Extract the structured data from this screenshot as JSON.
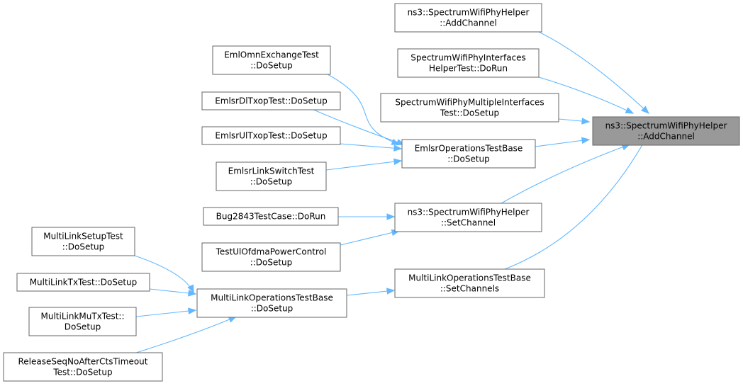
{
  "graph": {
    "nodes": [
      {
        "id": "target",
        "lines": [
          "ns3::SpectrumWifiPhyHelper",
          "::AddChannel"
        ],
        "highlight": true
      },
      {
        "id": "n_add2",
        "lines": [
          "ns3::SpectrumWifiPhyHelper",
          "::AddChannel"
        ]
      },
      {
        "id": "n_ifhelper",
        "lines": [
          "SpectrumWifiPhyInterfaces",
          "HelperTest::DoRun"
        ]
      },
      {
        "id": "n_multiif",
        "lines": [
          "SpectrumWifiPhyMultipleInterfaces",
          "Test::DoSetup"
        ]
      },
      {
        "id": "n_emlbase",
        "lines": [
          "EmlsrOperationsTestBase",
          "::DoSetup"
        ]
      },
      {
        "id": "n_setch",
        "lines": [
          "ns3::SpectrumWifiPhyHelper",
          "::SetChannel"
        ]
      },
      {
        "id": "n_mlsetch",
        "lines": [
          "MultiLinkOperationsTestBase",
          "::SetChannels"
        ]
      },
      {
        "id": "n_omn",
        "lines": [
          "EmlOmnExchangeTest",
          "::DoSetup"
        ]
      },
      {
        "id": "n_dl",
        "lines": [
          "EmlsrDlTxopTest::DoSetup"
        ]
      },
      {
        "id": "n_ul",
        "lines": [
          "EmlsrUlTxopTest::DoSetup"
        ]
      },
      {
        "id": "n_ls",
        "lines": [
          "EmlsrLinkSwitchTest",
          "::DoSetup"
        ]
      },
      {
        "id": "n_bug",
        "lines": [
          "Bug2843TestCase::DoRun"
        ]
      },
      {
        "id": "n_ofdma",
        "lines": [
          "TestUlOfdmaPowerControl",
          "::DoSetup"
        ]
      },
      {
        "id": "n_mlbase",
        "lines": [
          "MultiLinkOperationsTestBase",
          "::DoSetup"
        ]
      },
      {
        "id": "n_mlsetup",
        "lines": [
          "MultiLinkSetupTest",
          "::DoSetup"
        ]
      },
      {
        "id": "n_mltx",
        "lines": [
          "MultiLinkTxTest::DoSetup"
        ]
      },
      {
        "id": "n_mlmu",
        "lines": [
          "MultiLinkMuTxTest::",
          "DoSetup"
        ]
      },
      {
        "id": "n_release",
        "lines": [
          "ReleaseSeqNoAfterCtsTimeout",
          "Test::DoSetup"
        ]
      }
    ],
    "edges": [
      {
        "from": "n_add2",
        "to": "target"
      },
      {
        "from": "n_ifhelper",
        "to": "target"
      },
      {
        "from": "n_multiif",
        "to": "target"
      },
      {
        "from": "n_emlbase",
        "to": "target"
      },
      {
        "from": "n_setch",
        "to": "target"
      },
      {
        "from": "n_mlsetch",
        "to": "target"
      },
      {
        "from": "n_omn",
        "to": "n_emlbase"
      },
      {
        "from": "n_dl",
        "to": "n_emlbase"
      },
      {
        "from": "n_ul",
        "to": "n_emlbase"
      },
      {
        "from": "n_ls",
        "to": "n_emlbase"
      },
      {
        "from": "n_bug",
        "to": "n_setch"
      },
      {
        "from": "n_ofdma",
        "to": "n_setch"
      },
      {
        "from": "n_mlbase",
        "to": "n_mlsetch"
      },
      {
        "from": "n_mlsetup",
        "to": "n_mlbase"
      },
      {
        "from": "n_mltx",
        "to": "n_mlbase"
      },
      {
        "from": "n_mlmu",
        "to": "n_mlbase"
      },
      {
        "from": "n_release",
        "to": "n_mlbase"
      }
    ]
  },
  "colors": {
    "edge": "#63b8ff",
    "node_border": "#666666",
    "node_fill": "#ffffff",
    "highlight_fill": "#999999"
  }
}
